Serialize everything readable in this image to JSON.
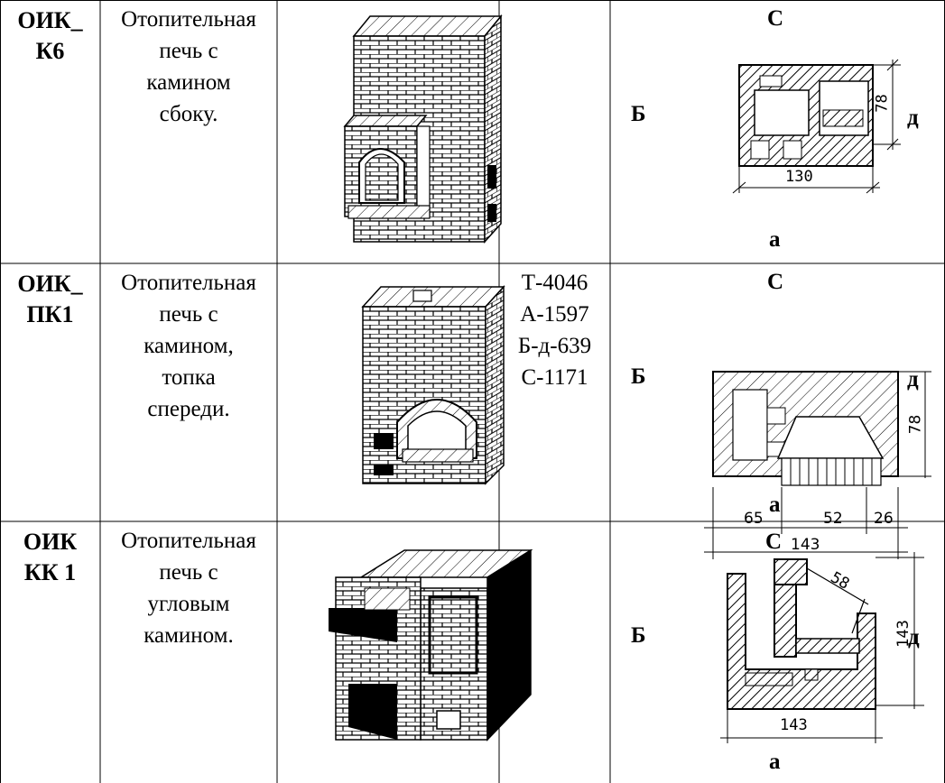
{
  "rows": [
    {
      "code_lines": [
        "ОИК_",
        "К6"
      ],
      "desc_lines": [
        "Отопительная",
        "печь с",
        "камином",
        "сбоку."
      ],
      "spec_lines": [],
      "plan": {
        "top": "С",
        "left": "Б",
        "right": "д",
        "bottom": "а",
        "width": "130",
        "depth": "78"
      }
    },
    {
      "code_lines": [
        "ОИК_",
        "ПК1"
      ],
      "desc_lines": [
        "Отопительная",
        "печь с",
        "камином,",
        "топка",
        "спереди."
      ],
      "spec_lines": [
        "Т-4046",
        "А-1597",
        "Б-д-639",
        "С-1171"
      ],
      "plan": {
        "top": "С",
        "left": "Б",
        "right": "д",
        "bottom": "а",
        "depth": "78",
        "segments": [
          "65",
          "52",
          "26"
        ],
        "width": "143"
      }
    },
    {
      "code_lines": [
        "ОИК",
        "КК 1"
      ],
      "desc_lines": [
        "Отопительная",
        "печь с",
        "угловым",
        "камином."
      ],
      "spec_lines": [],
      "plan": {
        "top": "С",
        "left": "Б",
        "right": "д",
        "bottom": "а",
        "width": "143",
        "depth": "143",
        "diag": "58"
      }
    }
  ]
}
